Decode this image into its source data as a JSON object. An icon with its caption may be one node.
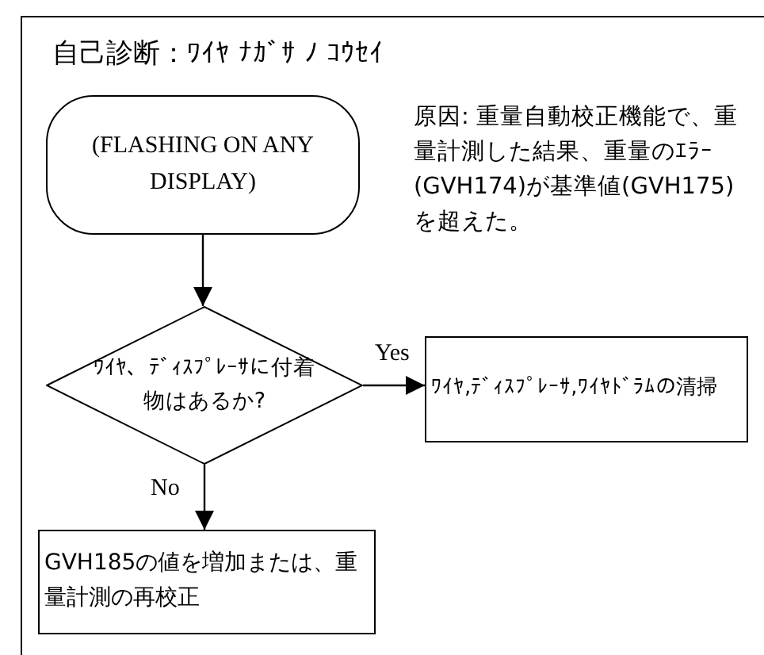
{
  "diagram": {
    "title": "自己診断：ﾜｲﾔ ﾅｶﾞｻ ﾉ ｺｳｾｲ",
    "nodes": [
      {
        "text": [
          "(FLASHING ON ANY DISPLAY)"
        ]
      },
      {
        "text": [
          "ﾜｲﾔ、ﾃﾞｨｽﾌﾟﾚｰｻに付着物はあるか?"
        ]
      },
      {
        "text": [
          "ﾜｲﾔ,ﾃﾞｨｽﾌﾟﾚｰｻ,ﾜｲﾔﾄﾞﾗﾑの清掃"
        ]
      },
      {
        "text": [
          "GVH185の値を増加または、重量計測の再校正"
        ]
      }
    ],
    "edges": [
      {
        "from": 0,
        "to": 1,
        "arrow": "to"
      },
      {
        "from": 1,
        "to": 2,
        "arrow": "to",
        "label": "Yes"
      },
      {
        "from": 1,
        "to": 3,
        "arrow": "to",
        "label": "No"
      }
    ],
    "labels": [
      "原因: 重量自動校正機能で、重量計測した結果、重量のｴﾗｰ(GVH174)が基準値(GVH175)を超えた。"
    ]
  }
}
